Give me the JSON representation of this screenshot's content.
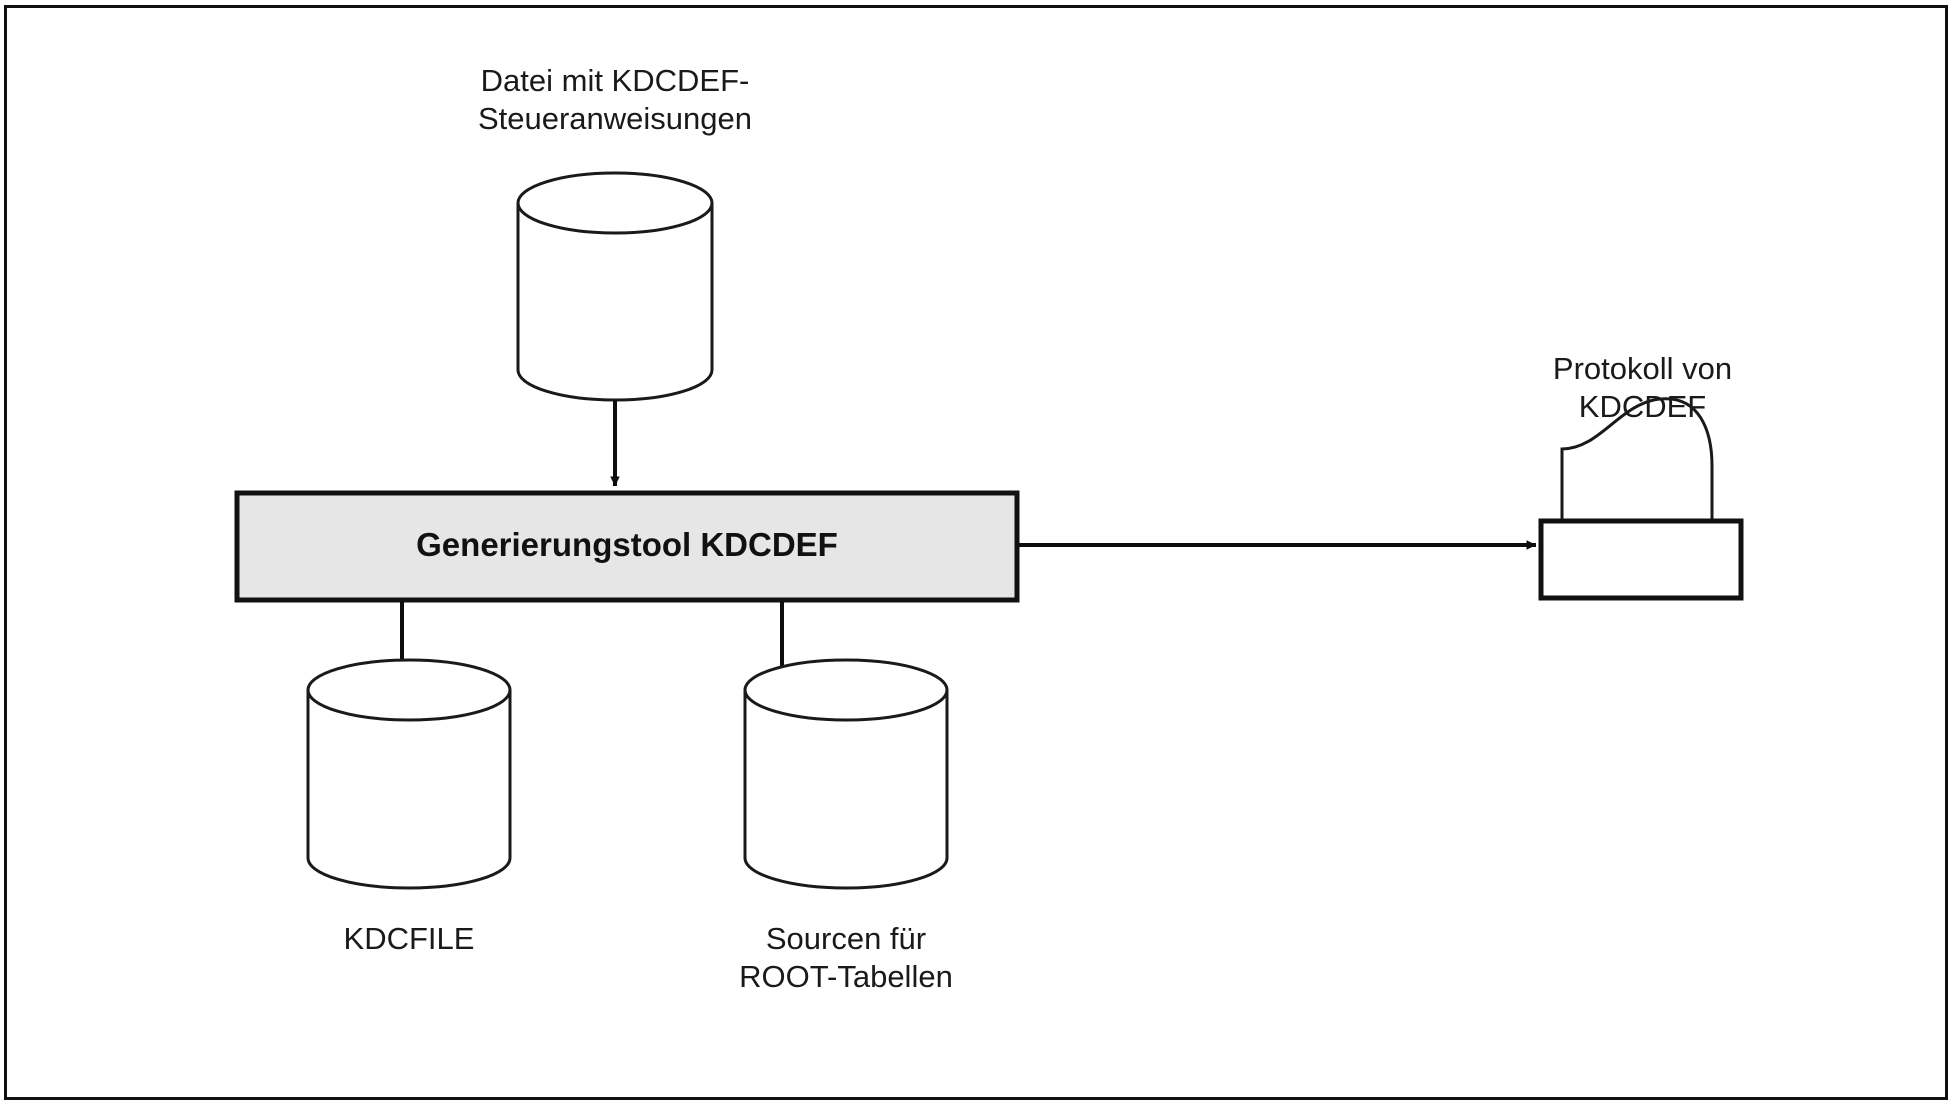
{
  "diagram": {
    "title": "KDCDEF Generierungstool Ablauf",
    "colors": {
      "border": "#101010",
      "stroke": "#1a1a1a",
      "process_fill": "#e6e6e6",
      "page_background": "#ffffff",
      "text": "#111111"
    },
    "nodes": {
      "input_file": {
        "shape": "cylinder",
        "label": "Datei mit KDCDEF-\nSteueranweisungen",
        "icon": "database-cylinder-icon"
      },
      "process": {
        "shape": "rectangle",
        "label": "Generierungstool KDCDEF",
        "icon": "process-box-icon"
      },
      "log_output": {
        "shape": "document",
        "label": "Protokoll von\nKDCDEF",
        "icon": "document-report-icon"
      },
      "kdcfile": {
        "shape": "cylinder",
        "label": "KDCFILE",
        "icon": "database-cylinder-icon"
      },
      "root_sources": {
        "shape": "cylinder",
        "label": "Sourcen für\nROOT-Tabellen",
        "icon": "database-cylinder-icon"
      }
    },
    "edges": [
      {
        "from": "input_file",
        "to": "process",
        "direction": "down",
        "arrow": "arrow-down-icon"
      },
      {
        "from": "process",
        "to": "kdcfile",
        "direction": "down",
        "arrow": "arrow-down-icon"
      },
      {
        "from": "process",
        "to": "root_sources",
        "direction": "down",
        "arrow": "arrow-down-icon"
      },
      {
        "from": "process",
        "to": "log_output",
        "direction": "right",
        "arrow": "arrow-right-icon"
      }
    ]
  }
}
